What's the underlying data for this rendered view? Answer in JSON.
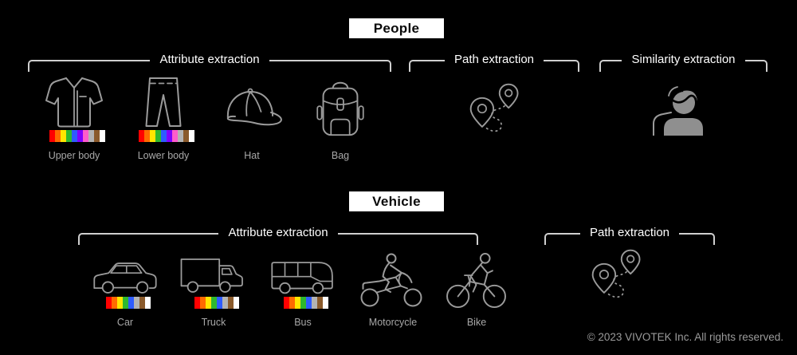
{
  "people": {
    "title": "People",
    "attribute_header": "Attribute extraction",
    "path_header": "Path extraction",
    "similarity_header": "Similarity extraction",
    "items": [
      {
        "label": "Upper body",
        "icon": "shirt-icon",
        "has_color_strip": true
      },
      {
        "label": "Lower body",
        "icon": "pants-icon",
        "has_color_strip": true
      },
      {
        "label": "Hat",
        "icon": "cap-icon",
        "has_color_strip": false
      },
      {
        "label": "Bag",
        "icon": "backpack-icon",
        "has_color_strip": false
      }
    ]
  },
  "vehicle": {
    "title": "Vehicle",
    "attribute_header": "Attribute extraction",
    "path_header": "Path extraction",
    "items": [
      {
        "label": "Car",
        "icon": "car-icon",
        "has_color_strip": true
      },
      {
        "label": "Truck",
        "icon": "truck-icon",
        "has_color_strip": true
      },
      {
        "label": "Bus",
        "icon": "bus-icon",
        "has_color_strip": true
      },
      {
        "label": "Motorcycle",
        "icon": "motorcycle-icon",
        "has_color_strip": false
      },
      {
        "label": "Bike",
        "icon": "bicycle-icon",
        "has_color_strip": false
      }
    ]
  },
  "footer": {
    "copyright": "© 2023 VIVOTEK Inc. All rights reserved."
  },
  "icons": {
    "people_path": "route-pins-icon",
    "vehicle_path": "route-pins-icon",
    "similarity": "person-silhouette-icon"
  },
  "colors": {
    "background": "#000000",
    "bracket_line": "#cfcfcf",
    "header_text": "#ffffff",
    "icon_stroke": "#9b9b9b",
    "label_text": "#a8a8a8",
    "title_box_bg": "#ffffff",
    "title_box_text": "#0a0a0a",
    "person_fill": "#8f8f8f",
    "people_attribute_strip": [
      "#000000",
      "#ff0000",
      "#ff6a00",
      "#ffe600",
      "#2eb82e",
      "#2e5bff",
      "#7f00ff",
      "#ff5ccb",
      "#b3b3b3",
      "#8a5a2b",
      "#ffffff"
    ],
    "vehicle_attribute_strip": [
      "#000000",
      "#ff0000",
      "#ff6a00",
      "#ffe600",
      "#2eb82e",
      "#2e5bff",
      "#b3b3b3",
      "#8a5a2b",
      "#ffffff"
    ]
  }
}
